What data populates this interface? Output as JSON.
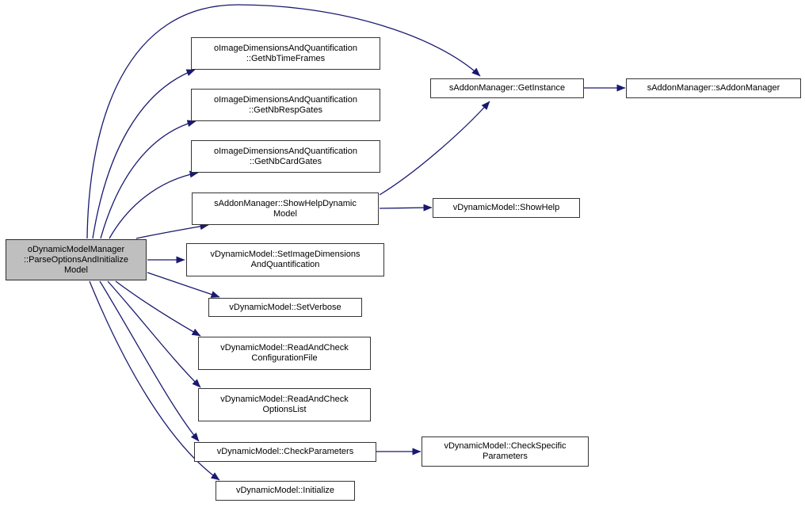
{
  "diagram": {
    "kind": "doxygen-call-graph",
    "background_color": "#ffffff",
    "edge_color": "#191970",
    "node_fill_color": "#ffffff",
    "node_border_color": "#353535",
    "highlighted_node_fill_color": "#bfbfbf",
    "text_color": "#000000"
  },
  "nodes": [
    {
      "id": "parse",
      "label": "oDynamicModelManager\n::ParseOptionsAndInitialize\nModel",
      "highlighted": true
    },
    {
      "id": "getnbtimeframes",
      "label": "oImageDimensionsAndQuantification\n::GetNbTimeFrames",
      "highlighted": false
    },
    {
      "id": "getnbrespgates",
      "label": "oImageDimensionsAndQuantification\n::GetNbRespGates",
      "highlighted": false
    },
    {
      "id": "getnbcardgates",
      "label": "oImageDimensionsAndQuantification\n::GetNbCardGates",
      "highlighted": false
    },
    {
      "id": "showhelpdynamicmodel",
      "label": "sAddonManager::ShowHelpDynamic\nModel",
      "highlighted": false
    },
    {
      "id": "setimagedimensions",
      "label": "vDynamicModel::SetImageDimensions\nAndQuantification",
      "highlighted": false
    },
    {
      "id": "setverbose",
      "label": "vDynamicModel::SetVerbose",
      "highlighted": false
    },
    {
      "id": "readandcheckconfigurationfile",
      "label": "vDynamicModel::ReadAndCheck\nConfigurationFile",
      "highlighted": false
    },
    {
      "id": "readandcheckoptionslist",
      "label": "vDynamicModel::ReadAndCheck\nOptionsList",
      "highlighted": false
    },
    {
      "id": "checkparameters",
      "label": "vDynamicModel::CheckParameters",
      "highlighted": false
    },
    {
      "id": "initialize",
      "label": "vDynamicModel::Initialize",
      "highlighted": false
    },
    {
      "id": "getinstance",
      "label": "sAddonManager::GetInstance",
      "highlighted": false
    },
    {
      "id": "saddonmanagerctor",
      "label": "sAddonManager::sAddonManager",
      "highlighted": false
    },
    {
      "id": "showhelp",
      "label": "vDynamicModel::ShowHelp",
      "highlighted": false
    },
    {
      "id": "checkspecificparameters",
      "label": "vDynamicModel::CheckSpecific\nParameters",
      "highlighted": false
    }
  ],
  "edges": [
    {
      "from": "parse",
      "to": "getinstance"
    },
    {
      "from": "parse",
      "to": "getnbtimeframes"
    },
    {
      "from": "parse",
      "to": "getnbrespgates"
    },
    {
      "from": "parse",
      "to": "getnbcardgates"
    },
    {
      "from": "parse",
      "to": "showhelpdynamicmodel"
    },
    {
      "from": "parse",
      "to": "setimagedimensions"
    },
    {
      "from": "parse",
      "to": "setverbose"
    },
    {
      "from": "parse",
      "to": "readandcheckconfigurationfile"
    },
    {
      "from": "parse",
      "to": "readandcheckoptionslist"
    },
    {
      "from": "parse",
      "to": "checkparameters"
    },
    {
      "from": "parse",
      "to": "initialize"
    },
    {
      "from": "showhelpdynamicmodel",
      "to": "getinstance"
    },
    {
      "from": "showhelpdynamicmodel",
      "to": "showhelp"
    },
    {
      "from": "getinstance",
      "to": "saddonmanagerctor"
    },
    {
      "from": "checkparameters",
      "to": "checkspecificparameters"
    }
  ]
}
